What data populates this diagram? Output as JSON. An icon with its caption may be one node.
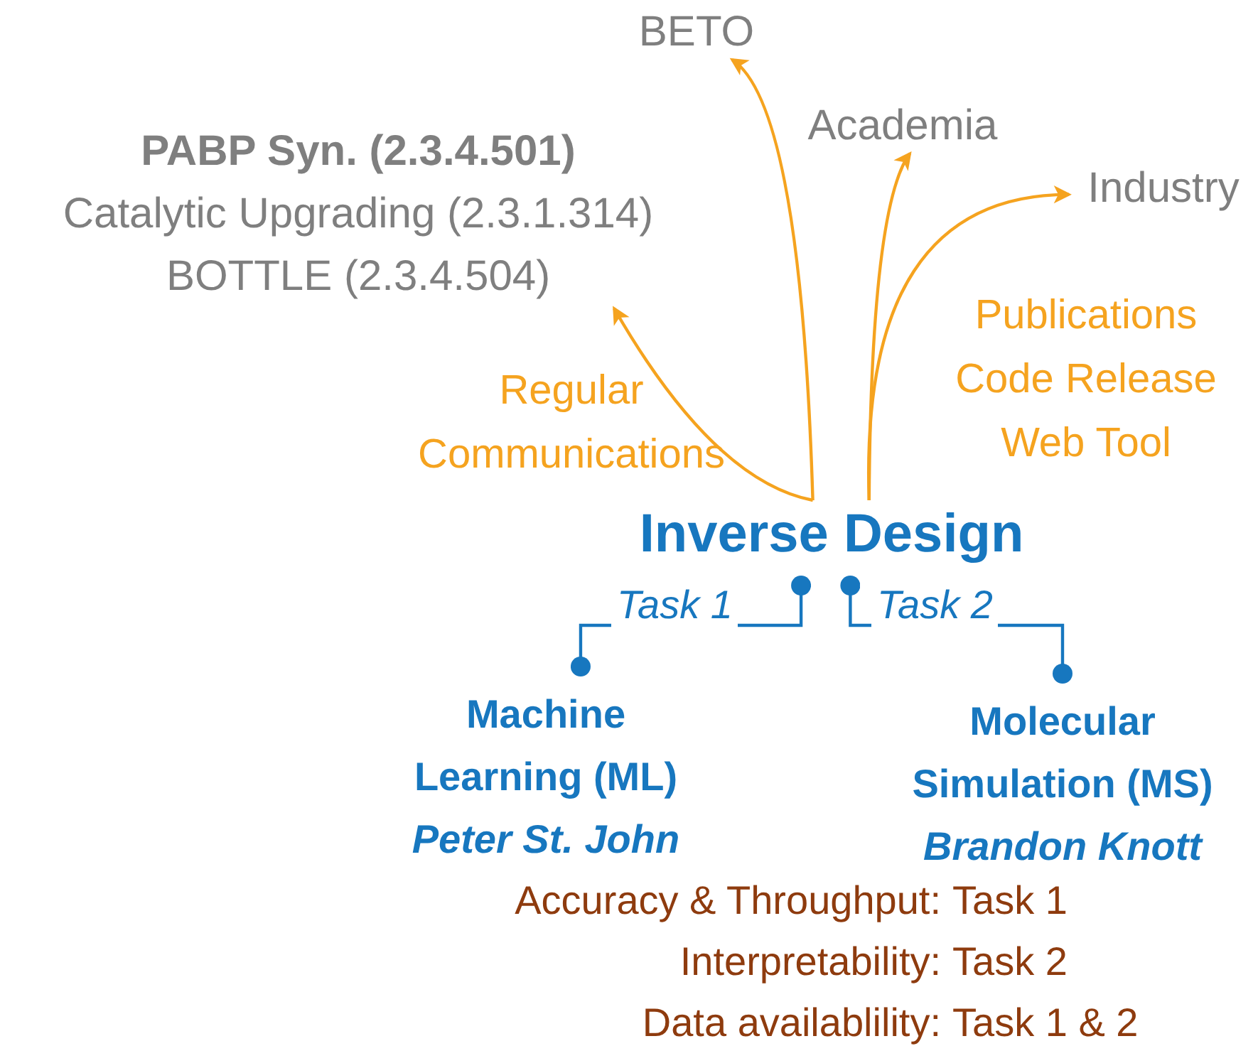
{
  "diagram": {
    "nodes": [
      {
        "text": [
          "PABP Syn. (2.3.4.501)",
          "Catalytic Upgrading (2.3.1.314)",
          "BOTTLE (2.3.4.504)"
        ]
      },
      {
        "text": [
          "BETO"
        ]
      },
      {
        "text": [
          "Academia"
        ]
      },
      {
        "text": [
          "Industry"
        ]
      },
      {
        "text": [
          "Inverse Design"
        ]
      },
      {
        "text": [
          "Machine Learning (ML)",
          "Peter St. John"
        ]
      },
      {
        "text": [
          "Molecular Simulation (MS)",
          "Brandon Knott"
        ]
      }
    ],
    "edges": [
      {
        "from": 4,
        "to": 0,
        "arrow": "to"
      },
      {
        "from": 4,
        "to": 1,
        "arrow": "to"
      },
      {
        "from": 4,
        "to": 2,
        "arrow": "to"
      },
      {
        "from": 4,
        "to": 3,
        "arrow": "to"
      },
      {
        "from": 4,
        "to": 5,
        "arrow": "other",
        "label": "Task 1",
        "color": "#1777bf"
      },
      {
        "from": 4,
        "to": 6,
        "arrow": "other",
        "label": "Task 2",
        "color": "#1777bf"
      }
    ],
    "labels": [
      "Regular Communications",
      "Publications Code Release Web Tool",
      "Accuracy & Throughput:",
      "Task 1",
      "Interpretability:",
      "Task 2",
      "Data availablility:",
      "Task 1 & 2"
    ]
  }
}
